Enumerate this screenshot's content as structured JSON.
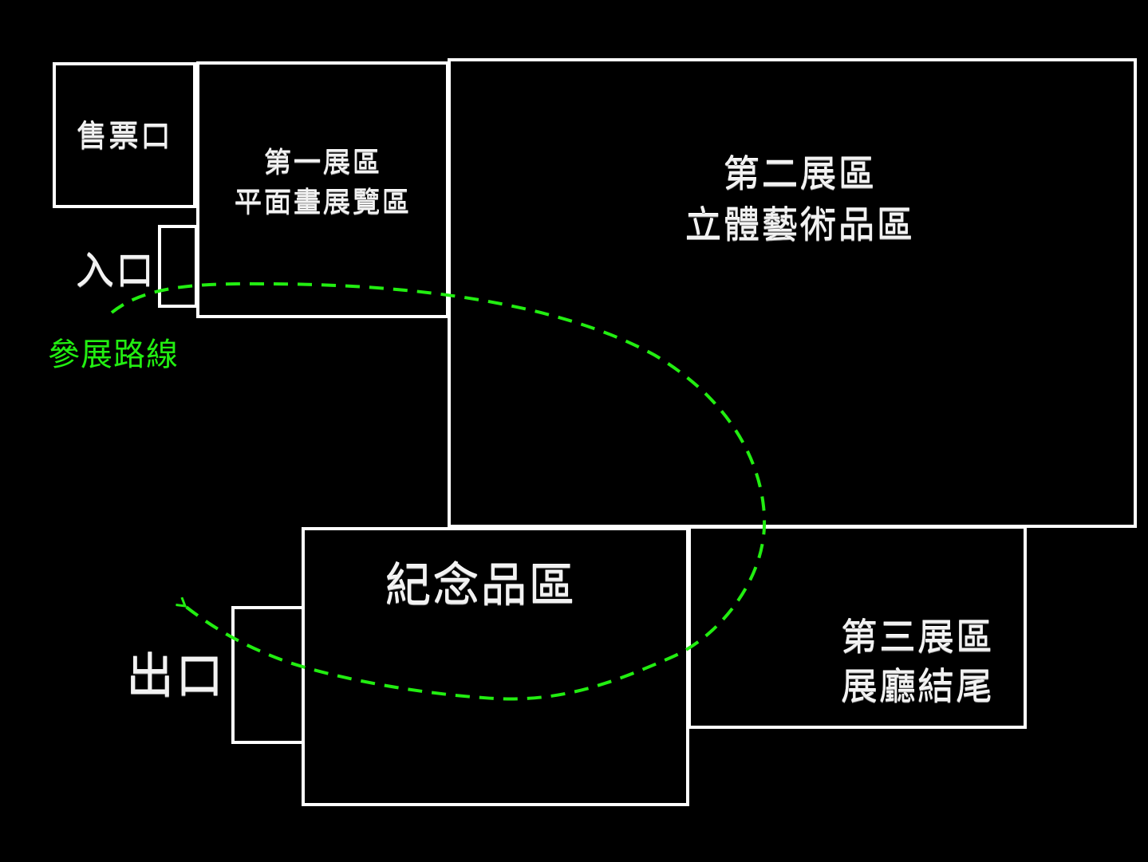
{
  "title": "展覽廳平面圖",
  "colors": {
    "background": "#000000",
    "wall": "#ffffff",
    "text": "#f2f2f2",
    "route": "#22ee11"
  },
  "rooms": {
    "ticket": {
      "line1": "售票口"
    },
    "zone1": {
      "line1": "第一展區",
      "line2": "平面畫展覽區"
    },
    "zone2": {
      "line1": "第二展區",
      "line2": "立體藝術品區"
    },
    "zone3": {
      "line1": "第三展區",
      "line2": "展廳結尾"
    },
    "souvenir": {
      "line1": "紀念品區"
    },
    "entrance_door": {},
    "exit_door": {}
  },
  "labels": {
    "entrance": "入口",
    "exit": "出口",
    "route": "參展路線"
  },
  "route": {
    "style": "dashed",
    "direction": "entrance-to-exit",
    "sequence": [
      "入口",
      "第一展區",
      "第二展區",
      "第三展區",
      "紀念品區",
      "出口"
    ]
  }
}
